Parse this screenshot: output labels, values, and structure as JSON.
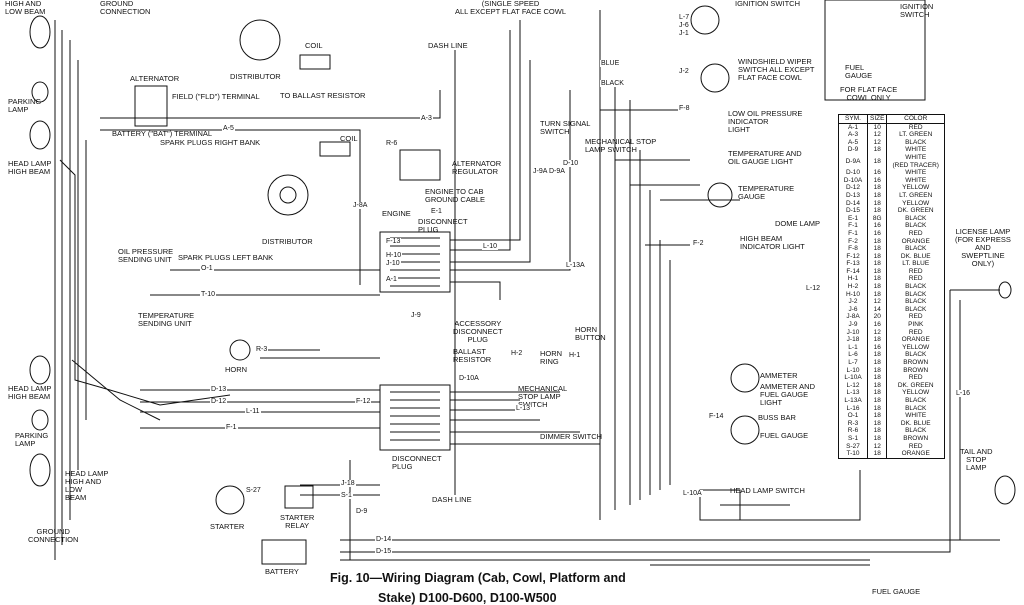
{
  "caption": {
    "line1": "Fig. 10—Wiring Diagram (Cab, Cowl, Platform and",
    "line2": "Stake) D100-D600, D100-W500"
  },
  "labels": {
    "high_low_beam_tl": "HIGH AND\nLOW BEAM",
    "ground_connection_top": "GROUND\nCONNECTION",
    "single_speed": "(SINGLE SPEED\nALL EXCEPT FLAT FACE COWL",
    "ignition_switch_1": "IGNITION SWITCH",
    "ignition_switch_2": "IGNITION\nSWITCH",
    "distributor_top": "DISTRIBUTOR",
    "coil_top": "COIL",
    "to_ballast": "TO BALLAST RESISTOR",
    "dash_line_top": "DASH LINE",
    "windshield_wiper": "WINDSHIELD WIPER\nSWITCH ALL EXCEPT\nFLAT FACE COWL",
    "fuel_gauge_flat": "FUEL\nGAUGE",
    "for_flat_face": "FOR FLAT FACE\nCOWL ONLY",
    "alternator": "ALTERNATOR",
    "field_terminal": "FIELD (\"FLD\") TERMINAL",
    "parking_lamp_top": "PARKING\nLAMP",
    "battery_terminal": "BATTERY (\"BAT\") TERMINAL",
    "spark_plugs_right": "SPARK PLUGS RIGHT BANK",
    "head_lamp_high_top": "HEAD LAMP\nHIGH BEAM",
    "coil_mid": "COIL",
    "alternator_regulator": "ALTERNATOR\nREGULATOR",
    "turn_signal": "TURN SIGNAL\nSWITCH",
    "mech_stop_top": "MECHANICAL STOP\nLAMP SWITCH",
    "low_oil": "LOW OIL PRESSURE\nINDICATOR\nLIGHT",
    "temp_oil_gauge": "TEMPERATURE AND\nOIL GAUGE LIGHT",
    "engine_to_cab": "ENGINE TO CAB\nGROUND CABLE",
    "engine": "ENGINE",
    "temp_gauge": "TEMPERATURE\nGAUGE",
    "disconnect_plug_top": "DISCONNECT\nPLUG",
    "distributor_mid": "DISTRIBUTOR",
    "oil_pressure_unit": "OIL PRESSURE\nSENDING UNIT",
    "spark_plugs_left": "SPARK PLUGS LEFT BANK",
    "dome_lamp": "DOME LAMP",
    "high_beam_indicator": "HIGH BEAM\nINDICATOR LIGHT",
    "license_lamp": "LICENSE LAMP\n(FOR EXPRESS\nAND\nSWEPTLINE\nONLY)",
    "temperature_unit": "TEMPERATURE\nSENDING UNIT",
    "accessory_plug": "ACCESSORY\nDISCONNECT\nPLUG",
    "ballast_resistor": "BALLAST\nRESISTOR",
    "horn_button": "HORN\nBUTTON",
    "horn_ring": "HORN\nRING",
    "horn": "HORN",
    "ammeter": "AMMETER",
    "ammeter_fuel": "AMMETER AND\nFUEL GAUGE\nLIGHT",
    "head_lamp_high_bot": "HEAD LAMP\nHIGH BEAM",
    "mech_stop_bot": "MECHANICAL\nSTOP LAMP\nSWITCH",
    "buss_bar": "BUSS BAR",
    "fuel_gauge_mid": "FUEL GAUGE",
    "parking_lamp_bot": "PARKING\nLAMP",
    "dimmer_switch": "DIMMER SWITCH",
    "disconnect_plug_bot": "DISCONNECT\nPLUG",
    "head_lamp_hl_bot": "HEAD LAMP\nHIGH AND\nLOW\nBEAM",
    "tail_stop": "TAIL AND\nSTOP\nLAMP",
    "head_lamp_switch": "HEAD LAMP SWITCH",
    "dash_line_bot": "DASH LINE",
    "ground_connection_bot": "GROUND\nCONNECTION",
    "starter": "STARTER",
    "starter_relay": "STARTER\nRELAY",
    "battery": "BATTERY",
    "fuel_gauge_bot": "FUEL GAUGE"
  },
  "wires": {
    "A-3": "A-3",
    "A-5": "A-5",
    "R-6": "R-6",
    "J-8A": "J-8A",
    "D-13": "D-13",
    "F-1": "F-1",
    "L-11": "L-11",
    "F-13": "F-13",
    "H-10": "H-10",
    "J-10": "J-10",
    "O-1": "O-1",
    "A-1": "A-1",
    "T-10": "T-10",
    "R-3": "R-3",
    "J-9": "J-9",
    "F-12": "F-12",
    "D-12": "D-12",
    "L-10": "L-10",
    "J-18": "J-18",
    "S-27": "S-27",
    "S-1": "S-1",
    "D-9": "D-9",
    "D-10A": "D-10A",
    "D-14": "D-14",
    "D-15": "D-15",
    "BLUE": "BLUE",
    "BLACK": "BLACK",
    "J-2": "J-2",
    "L-7": "L-7",
    "J-6": "J-6",
    "F-8": "F-8",
    "F-2": "F-2",
    "L-13A": "L-13A",
    "L-13": "L-13",
    "L-12": "L-12",
    "H-1": "H-1",
    "H-2": "H-2",
    "F-14": "F-14",
    "L-10A": "L-10A",
    "L-16": "L-16",
    "J-9A": "J-9A",
    "D-9A": "D-9A",
    "D-10": "D-10",
    "E-1": "E-1",
    "J-1": "J-1"
  },
  "legend": {
    "headers": [
      "SYM.",
      "SIZE",
      "COLOR"
    ],
    "rows": [
      [
        "A-1",
        "10",
        "RED"
      ],
      [
        "A-3",
        "12",
        "LT. GREEN"
      ],
      [
        "A-5",
        "12",
        "BLACK"
      ],
      [
        "D-9",
        "18",
        "WHITE"
      ],
      [
        "D-9A",
        "18",
        "WHITE\n(RED TRACER)"
      ],
      [
        "D-10",
        "16",
        "WHITE"
      ],
      [
        "D-10A",
        "16",
        "WHITE"
      ],
      [
        "D-12",
        "18",
        "YELLOW"
      ],
      [
        "D-13",
        "18",
        "LT. GREEN"
      ],
      [
        "D-14",
        "18",
        "YELLOW"
      ],
      [
        "D-15",
        "18",
        "DK. GREEN"
      ],
      [
        "E-1",
        "8G",
        "BLACK"
      ],
      [
        "F-1",
        "16",
        "BLACK"
      ],
      [
        "F-1",
        "16",
        "RED"
      ],
      [
        "F-2",
        "18",
        "ORANGE"
      ],
      [
        "F-8",
        "18",
        "BLACK"
      ],
      [
        "F-12",
        "18",
        "DK. BLUE"
      ],
      [
        "F-13",
        "18",
        "LT. BLUE"
      ],
      [
        "F-14",
        "18",
        "RED"
      ],
      [
        "H-1",
        "18",
        "RED"
      ],
      [
        "H-2",
        "18",
        "BLACK"
      ],
      [
        "H-10",
        "18",
        "BLACK"
      ],
      [
        "J-2",
        "12",
        "BLACK"
      ],
      [
        "J-6",
        "14",
        "BLACK"
      ],
      [
        "J-8A",
        "20",
        "RED"
      ],
      [
        "J-9",
        "16",
        "PINK"
      ],
      [
        "J-10",
        "12",
        "RED"
      ],
      [
        "J-18",
        "18",
        "ORANGE"
      ],
      [
        "L-1",
        "16",
        "YELLOW"
      ],
      [
        "L-6",
        "18",
        "BLACK"
      ],
      [
        "L-7",
        "18",
        "BROWN"
      ],
      [
        "L-10",
        "18",
        "BROWN"
      ],
      [
        "L-10A",
        "18",
        "RED"
      ],
      [
        "L-12",
        "18",
        "DK. GREEN"
      ],
      [
        "L-13",
        "18",
        "YELLOW"
      ],
      [
        "L-13A",
        "18",
        "BLACK"
      ],
      [
        "L-16",
        "18",
        "BLACK"
      ],
      [
        "O-1",
        "18",
        "WHITE"
      ],
      [
        "R-3",
        "18",
        "DK. BLUE"
      ],
      [
        "R-6",
        "18",
        "BLACK"
      ],
      [
        "S-1",
        "18",
        "BROWN"
      ],
      [
        "S-27",
        "12",
        "RED"
      ],
      [
        "T-10",
        "18",
        "ORANGE"
      ]
    ]
  }
}
